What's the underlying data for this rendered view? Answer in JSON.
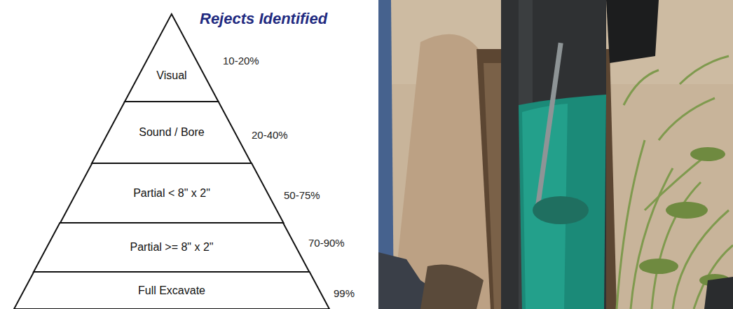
{
  "diagram": {
    "title": "Rejects Identified",
    "nodes": [
      {
        "text": [
          "Visual"
        ]
      },
      {
        "text": [
          "Sound / Bore"
        ]
      },
      {
        "text": [
          "Partial < 8\" x 2\""
        ]
      },
      {
        "text": [
          "Partial >= 8\" x 2\""
        ]
      },
      {
        "text": [
          "Full Excavate"
        ]
      }
    ],
    "labels": [
      "10-20%",
      "20-40%",
      "50-75%",
      "70-90%",
      "99%"
    ]
  }
}
